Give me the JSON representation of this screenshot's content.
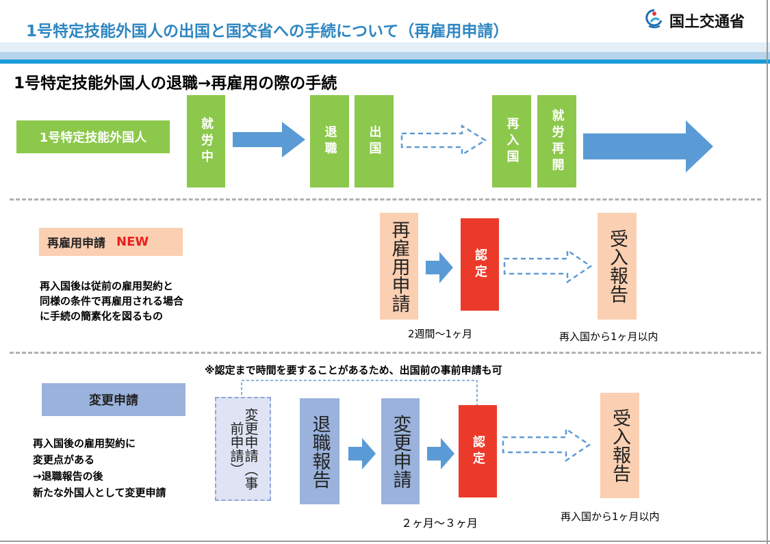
{
  "header": {
    "title": "1号特定技能外国人の出国と国交省への手続について（再雇用申請）",
    "logo_text": "国土交通省"
  },
  "section_title": "1号特定技能外国人の退職→再雇用の際の手続",
  "timeline": {
    "label": "1号特定技能外国人",
    "steps": [
      "就労中",
      "退職",
      "出国",
      "再入国",
      "就労再開"
    ]
  },
  "reemployment": {
    "label": "再雇用申請",
    "badge": "NEW",
    "description": [
      "再入国後は従前の雇用契約と",
      "同様の条件で再雇用される場合",
      "に手続の簡素化を図るもの"
    ],
    "application": "再雇用申請",
    "approval": "認定",
    "report": "受入報告",
    "duration": "2週間～1ヶ月",
    "report_deadline": "再入国から1ヶ月以内"
  },
  "change": {
    "label": "変更申請",
    "note": "※認定まで時間を要することがあるため、出国前の事前申請も可",
    "description": [
      "再入国後の雇用契約に",
      "変更点がある",
      "→退職報告の後",
      "新たな外国人として変更申請"
    ],
    "pre_application": "変更申請（事前申請）",
    "resignation_report": "退職報告",
    "application": "変更申請",
    "approval": "認定",
    "report": "受入報告",
    "duration": "２ヶ月～３ヶ月",
    "report_deadline": "再入国から1ヶ月以内"
  },
  "colors": {
    "title_blue": "#2e86c1",
    "green": "#8cc84b",
    "arrow_blue": "#5b9bd5",
    "peach": "#fbcfb1",
    "red": "#ec3a2a",
    "lavender_blue": "#9ab2dc",
    "new_red": "#e8201c"
  }
}
